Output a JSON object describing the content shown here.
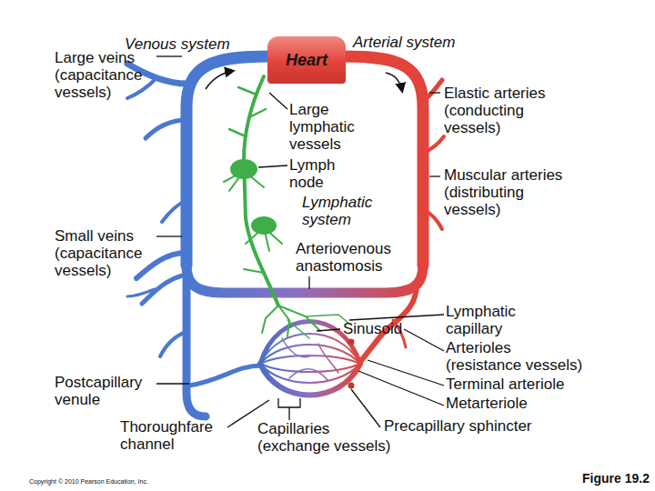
{
  "diagram": {
    "caption": "Figure 19.2",
    "nodes": [
      {
        "text": [
          "Heart"
        ]
      }
    ],
    "labels": [
      "Venous system",
      "Large veins (capacitance vessels)",
      "Arterial system",
      "Elastic arteries (conducting vessels)",
      "Large lymphatic vessels",
      "Lymph node",
      "Lymphatic system",
      "Muscular arteries (distributing vessels)",
      "Small veins (capacitance vessels)",
      "Arteriovenous anastomosis",
      "Sinusoid",
      "Lymphatic capillary",
      "Arterioles (resistance vessels)",
      "Terminal arteriole",
      "Metarteriole",
      "Postcapillary venule",
      "Thoroughfare channel",
      "Precapillary sphincter",
      "Capillaries (exchange vessels)",
      "Copyright © 2010 Pearson Education, Inc."
    ]
  }
}
